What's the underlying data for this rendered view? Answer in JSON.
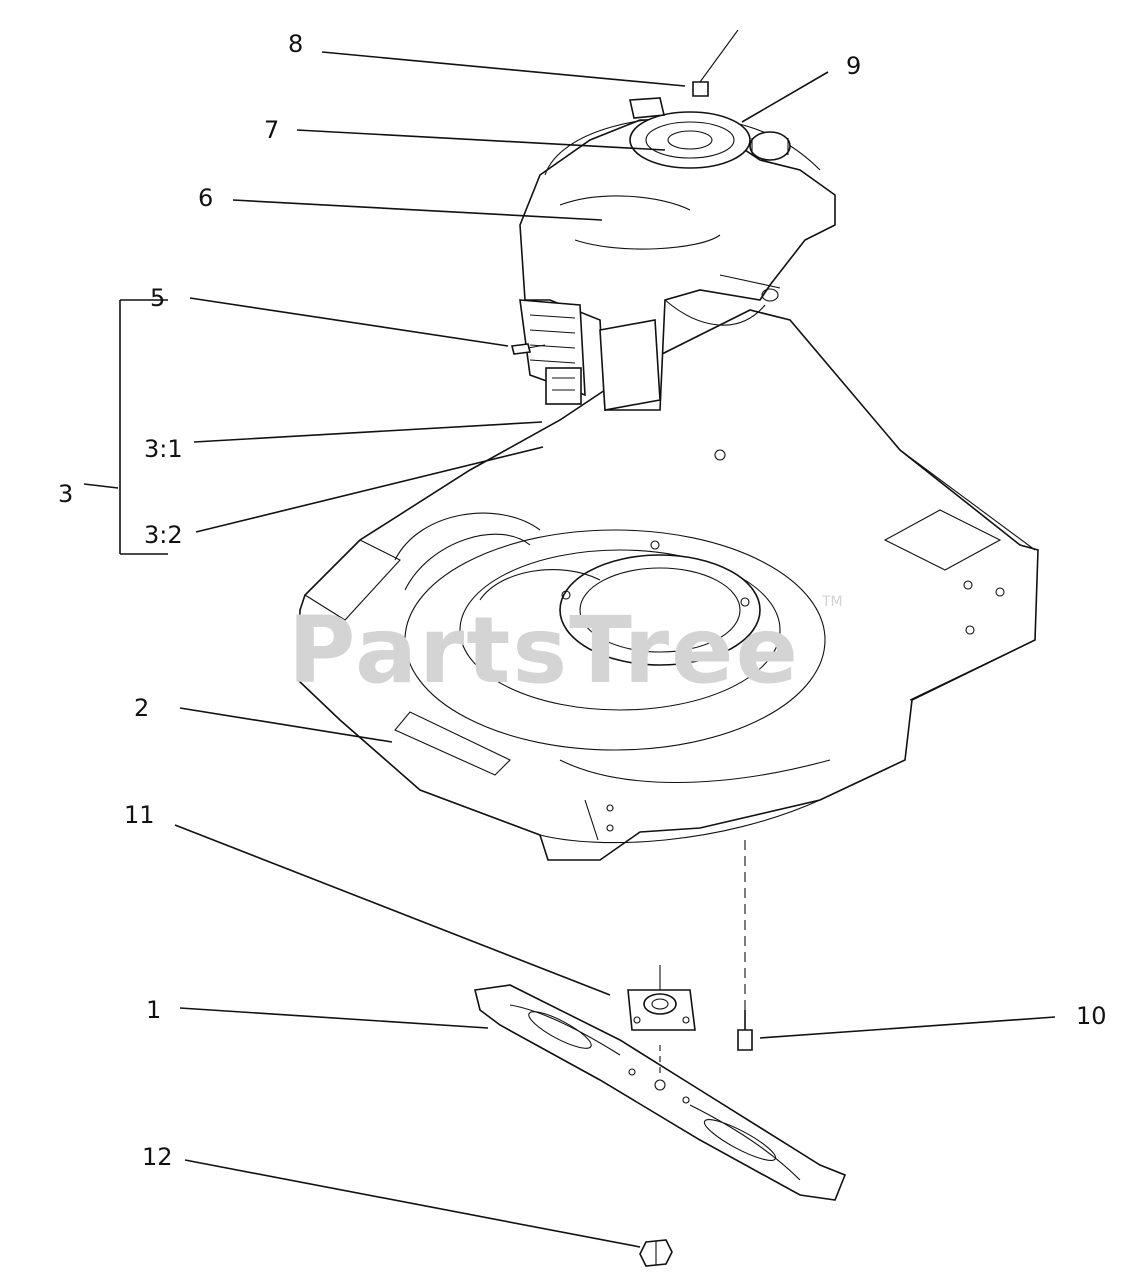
{
  "watermark": {
    "text": "PartsTree",
    "trademark": "TM"
  },
  "callouts": [
    {
      "id": "8",
      "text": "8"
    },
    {
      "id": "9",
      "text": "9"
    },
    {
      "id": "7",
      "text": "7"
    },
    {
      "id": "6",
      "text": "6"
    },
    {
      "id": "5",
      "text": "5"
    },
    {
      "id": "3-1",
      "text": "3:1"
    },
    {
      "id": "3",
      "text": "3"
    },
    {
      "id": "3-2",
      "text": "3:2"
    },
    {
      "id": "2",
      "text": "2"
    },
    {
      "id": "11",
      "text": "11"
    },
    {
      "id": "1",
      "text": "1"
    },
    {
      "id": "10",
      "text": "10"
    },
    {
      "id": "12",
      "text": "12"
    }
  ]
}
